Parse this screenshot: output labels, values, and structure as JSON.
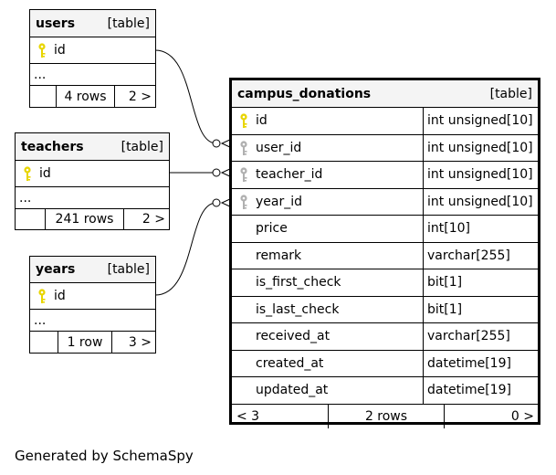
{
  "tables": {
    "users": {
      "name": "users",
      "type": "[table]",
      "pk": "id",
      "ellipsis": "...",
      "rows": "4 rows",
      "children": "2 >"
    },
    "teachers": {
      "name": "teachers",
      "type": "[table]",
      "pk": "id",
      "ellipsis": "...",
      "rows": "241 rows",
      "children": "2 >"
    },
    "years": {
      "name": "years",
      "type": "[table]",
      "pk": "id",
      "ellipsis": "...",
      "rows": "1 row",
      "children": "3 >"
    },
    "campus_donations": {
      "name": "campus_donations",
      "type": "[table]",
      "columns": [
        {
          "name": "id",
          "type": "int unsigned[10]",
          "key": "primary"
        },
        {
          "name": "user_id",
          "type": "int unsigned[10]",
          "key": "foreign"
        },
        {
          "name": "teacher_id",
          "type": "int unsigned[10]",
          "key": "foreign"
        },
        {
          "name": "year_id",
          "type": "int unsigned[10]",
          "key": "foreign"
        },
        {
          "name": "price",
          "type": "int[10]",
          "key": "none"
        },
        {
          "name": "remark",
          "type": "varchar[255]",
          "key": "none"
        },
        {
          "name": "is_first_check",
          "type": "bit[1]",
          "key": "none"
        },
        {
          "name": "is_last_check",
          "type": "bit[1]",
          "key": "none"
        },
        {
          "name": "received_at",
          "type": "varchar[255]",
          "key": "none"
        },
        {
          "name": "created_at",
          "type": "datetime[19]",
          "key": "none"
        },
        {
          "name": "updated_at",
          "type": "datetime[19]",
          "key": "none"
        }
      ],
      "parents": "< 3",
      "rows": "2 rows",
      "children": "0 >"
    }
  },
  "colors": {
    "primary_key": "#e8d500",
    "foreign_key": "#b0b0b0",
    "header_bg": "#f4f4f4"
  },
  "footer": "Generated by SchemaSpy"
}
